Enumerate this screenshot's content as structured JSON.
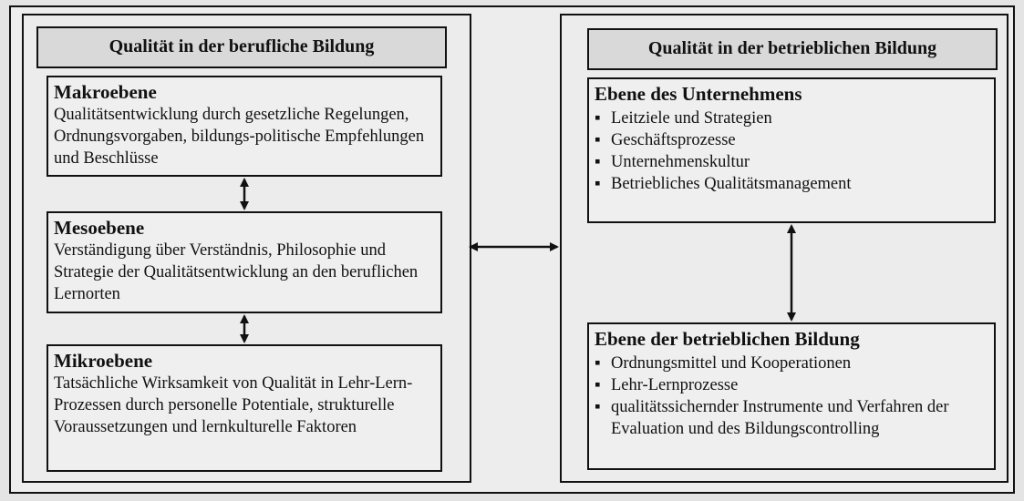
{
  "left": {
    "header": "Qualität in der berufliche Bildung",
    "boxes": [
      {
        "title": "Makroebene",
        "text": "Qualitätsentwicklung durch gesetzliche Regelungen, Ordnungsvorgaben, bildungs-politische Empfehlungen und Beschlüsse"
      },
      {
        "title": "Mesoebene",
        "text": "Verständigung über  Verständnis, Philosophie und Strategie der Qualitätsentwicklung an den beruflichen Lernorten"
      },
      {
        "title": "Mikroebene",
        "text": "Tatsächliche Wirksamkeit von Qualität in Lehr-Lern-Prozessen durch personelle Potentiale, strukturelle Voraussetzungen und lernkulturelle Faktoren"
      }
    ]
  },
  "right": {
    "header": "Qualität in der betrieblichen Bildung",
    "bullet": "▪",
    "boxes": [
      {
        "title": "Ebene des Unternehmens",
        "items": [
          "Leitziele und Strategien",
          "Geschäftsprozesse",
          "Unternehmenskultur",
          "Betriebliches Qualitätsmanagement"
        ]
      },
      {
        "title": "Ebene der betrieblichen Bildung",
        "items": [
          "Ordnungsmittel und Kooperationen",
          "Lehr-Lernprozesse",
          "qualitätssichernder Instrumente und Verfahren der Evaluation und des Bildungscontrolling"
        ]
      }
    ]
  }
}
